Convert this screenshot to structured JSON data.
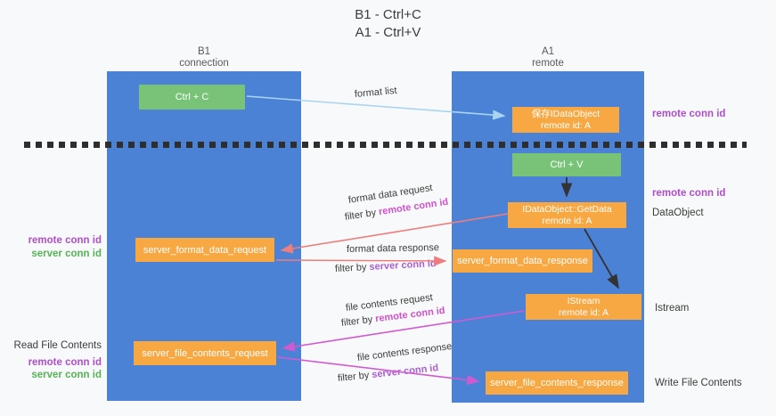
{
  "title": {
    "line1": "B1 - Ctrl+C",
    "line2": "A1 - Ctrl+V"
  },
  "lifelines": {
    "left": {
      "name": "B1",
      "role": "connection"
    },
    "right": {
      "name": "A1",
      "role": "remote"
    }
  },
  "nodes": {
    "ctrl_c": {
      "label": "Ctrl + C"
    },
    "ctrl_v": {
      "label": "Ctrl + V"
    },
    "save_idataobject": {
      "line1": "保存IDataObject",
      "line2": "remote id: A"
    },
    "idataobject_getdata": {
      "line1": "IDataObject::GetData",
      "line2": "remote id: A"
    },
    "istream": {
      "line1": "IStream",
      "line2": "remote id: A"
    },
    "server_format_data_request": {
      "label": "server_format_data_request"
    },
    "server_format_data_response": {
      "label": "server_format_data_response"
    },
    "server_file_contents_request": {
      "label": "server_file_contents_request"
    },
    "server_file_contents_response": {
      "label": "server_file_contents_response"
    }
  },
  "messages": {
    "format_list": "format list",
    "format_data_request": "format data request",
    "format_data_response": "format data response",
    "file_contents_request": "file contents request",
    "file_contents_response": "file contents response",
    "filter_by": "filter by ",
    "remote_conn_id": "remote conn id",
    "server_conn_id": "server conn id"
  },
  "annotations": {
    "right_remote_conn_id_top": "remote conn id",
    "right_remote_conn_id_mid": "remote conn id",
    "dataobject": "DataObject",
    "istream": "Istream",
    "write_file_contents": "Write File Contents",
    "left_remote_conn_id_top": "remote conn id",
    "left_server_conn_id_top": "server conn id",
    "read_file_contents": "Read File Contents",
    "left_remote_conn_id_bottom": "remote conn id",
    "left_server_conn_id_bottom": "server conn id"
  },
  "colors": {
    "column_blue": "#4c82d6",
    "box_green": "#79c379",
    "box_orange": "#f8a842",
    "remote_conn_purple": "#ae4fc8",
    "server_conn_green": "#57b157",
    "filter_magenta": "#cf52cc",
    "filter_purple": "#a85fd2",
    "arrow_red": "#ee7d7d",
    "arrow_magenta": "#d05ad0",
    "arrow_light_blue": "#a9d5f2",
    "arrow_black": "#333333",
    "background": "#f8f9fa"
  }
}
